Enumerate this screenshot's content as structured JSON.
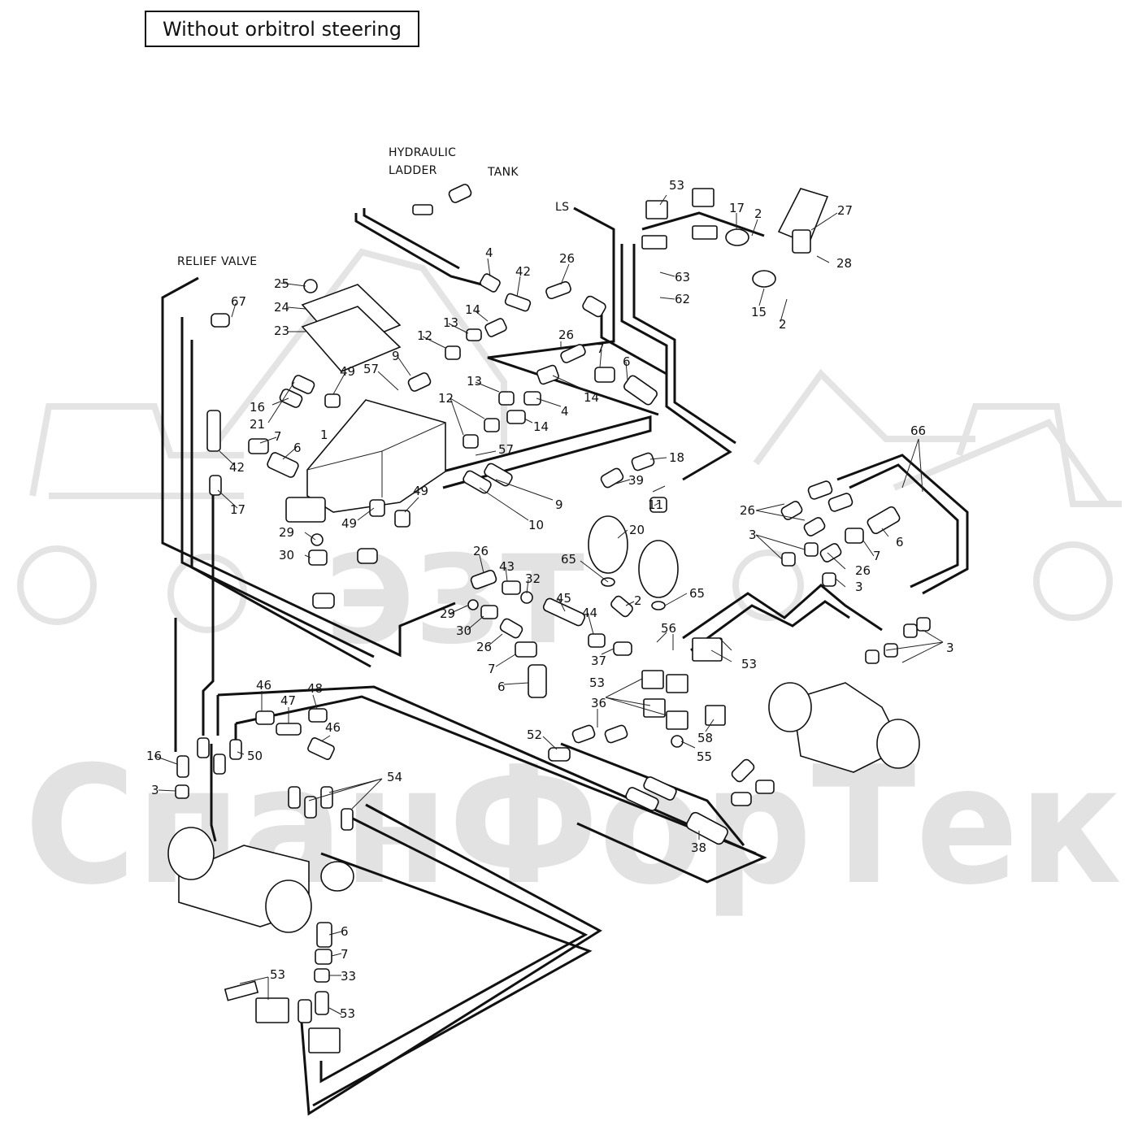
{
  "header": {
    "title": "Without orbitrol steering"
  },
  "terminals": {
    "hydraulic_ladder_1": "HYDRAULIC",
    "hydraulic_ladder_2": "LADDER",
    "tank": "TANK",
    "ls": "LS",
    "relief_valve": "RELIEF VALVE"
  },
  "watermark": {
    "text": "СпанФорТек",
    "logo": "ЭЗТ"
  },
  "callouts": {
    "c1": "1",
    "c2a": "2",
    "c2b": "2",
    "c2c": "2",
    "c3a": "3",
    "c3b": "3",
    "c3c": "3",
    "c3d": "3",
    "c4a": "4",
    "c4b": "4",
    "c6a": "6",
    "c6b": "6",
    "c6c": "6",
    "c6d": "6",
    "c6e": "6",
    "c7a": "7",
    "c7b": "7",
    "c7c": "7",
    "c7d": "7",
    "c7e": "7",
    "c9a": "9",
    "c9b": "9",
    "c10": "10",
    "c11": "11",
    "c12a": "12",
    "c12b": "12",
    "c13a": "13",
    "c13b": "13",
    "c14a": "14",
    "c14b": "14",
    "c14c": "14",
    "c15": "15",
    "c16a": "16",
    "c16b": "16",
    "c17a": "17",
    "c17b": "17",
    "c18": "18",
    "c20": "20",
    "c21": "21",
    "c23": "23",
    "c24": "24",
    "c25": "25",
    "c26a": "26",
    "c26b": "26",
    "c26c": "26",
    "c26d": "26",
    "c26e": "26",
    "c26f": "26",
    "c27": "27",
    "c28": "28",
    "c29a": "29",
    "c29b": "29",
    "c30a": "30",
    "c30b": "30",
    "c32": "32",
    "c33": "33",
    "c36": "36",
    "c37": "37",
    "c38": "38",
    "c39": "39",
    "c42a": "42",
    "c42b": "42",
    "c43": "43",
    "c44": "44",
    "c45": "45",
    "c46a": "46",
    "c46b": "46",
    "c47": "47",
    "c48": "48",
    "c49a": "49",
    "c49b": "49",
    "c49c": "49",
    "c50": "50",
    "c52": "52",
    "c53a": "53",
    "c53b": "53",
    "c53c": "53",
    "c53d": "53",
    "c53e": "53",
    "c54": "54",
    "c55": "55",
    "c56": "56",
    "c57a": "57",
    "c57b": "57",
    "c58": "58",
    "c62": "62",
    "c63": "63",
    "c65a": "65",
    "c65b": "65",
    "c66": "66",
    "c67": "67"
  }
}
